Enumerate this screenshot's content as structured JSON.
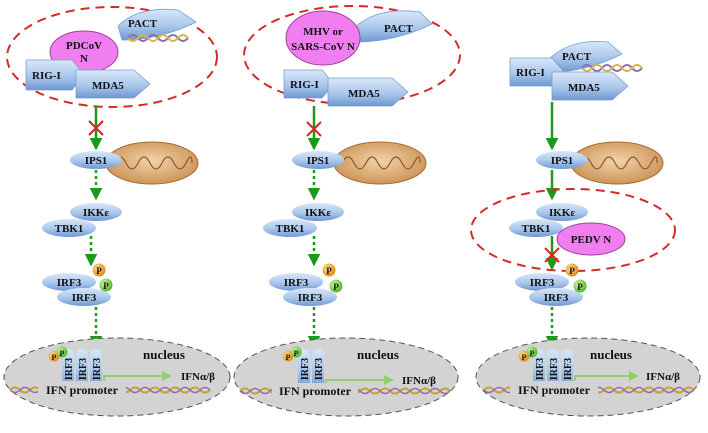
{
  "colors": {
    "dashed_circle": "#d62a2a",
    "arrow_green": "#1a9a1a",
    "block_x": "#e02020",
    "viral_protein": "#f07ef0",
    "protein_blue": "#a9c7ec",
    "nucleus_gray": "#d3d3d3",
    "mito_tan": "#e3b98c",
    "phospho_orange": "#e8a020",
    "phospho_green": "#74d13b",
    "ifn_arrow": "#8fd06a"
  },
  "labels": {
    "rig_i": "RIG-I",
    "mda5": "MDA5",
    "pact": "PACT",
    "ips1": "IPS1",
    "ikke": "IKKε",
    "tbk1": "TBK1",
    "irf3": "IRF3",
    "p": "P",
    "nucleus": "nucleus",
    "ifn_ab": "IFNα/β",
    "ifn_promoter": "IFN promoter"
  },
  "panels": [
    {
      "viral_protein_lines": [
        "PDCoV",
        "N"
      ],
      "blocked_step": "rig-i-to-ips1"
    },
    {
      "viral_protein_lines": [
        "MHV  or",
        "SARS-CoV N"
      ],
      "blocked_step": "rig-i-to-ips1"
    },
    {
      "viral_protein_lines": [
        "PEDV N"
      ],
      "blocked_step": "tbk1-to-irf3"
    }
  ]
}
